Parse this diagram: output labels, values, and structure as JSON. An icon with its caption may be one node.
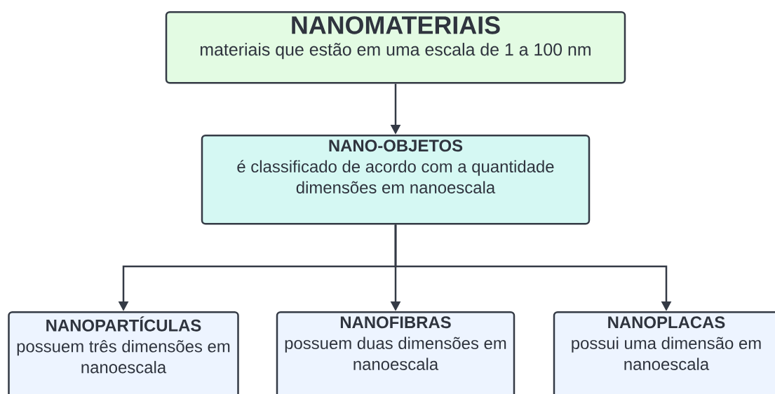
{
  "diagram": {
    "nodes": [
      {
        "text": [
          "NANOMATERIAIS",
          "materiais que estão em uma escala de 1 a 100 nm"
        ]
      },
      {
        "text": [
          "NANO-OBJETOS",
          "é classificado de acordo com a quantidade dimensões em nanoescala"
        ]
      },
      {
        "text": [
          "NANOPARTÍCULAS",
          "possuem três dimensões em nanoescala"
        ]
      },
      {
        "text": [
          "NANOFIBRAS",
          "possuem duas dimensões em nanoescala"
        ]
      },
      {
        "text": [
          "NANOPLACAS",
          "possui uma dimensão em nanoescala"
        ]
      }
    ],
    "edges": [
      {
        "from": 0,
        "to": 1,
        "arrow": "to"
      },
      {
        "from": 1,
        "to": 2,
        "arrow": "to"
      },
      {
        "from": 1,
        "to": 3,
        "arrow": "to"
      },
      {
        "from": 1,
        "to": 4,
        "arrow": "to"
      }
    ]
  }
}
